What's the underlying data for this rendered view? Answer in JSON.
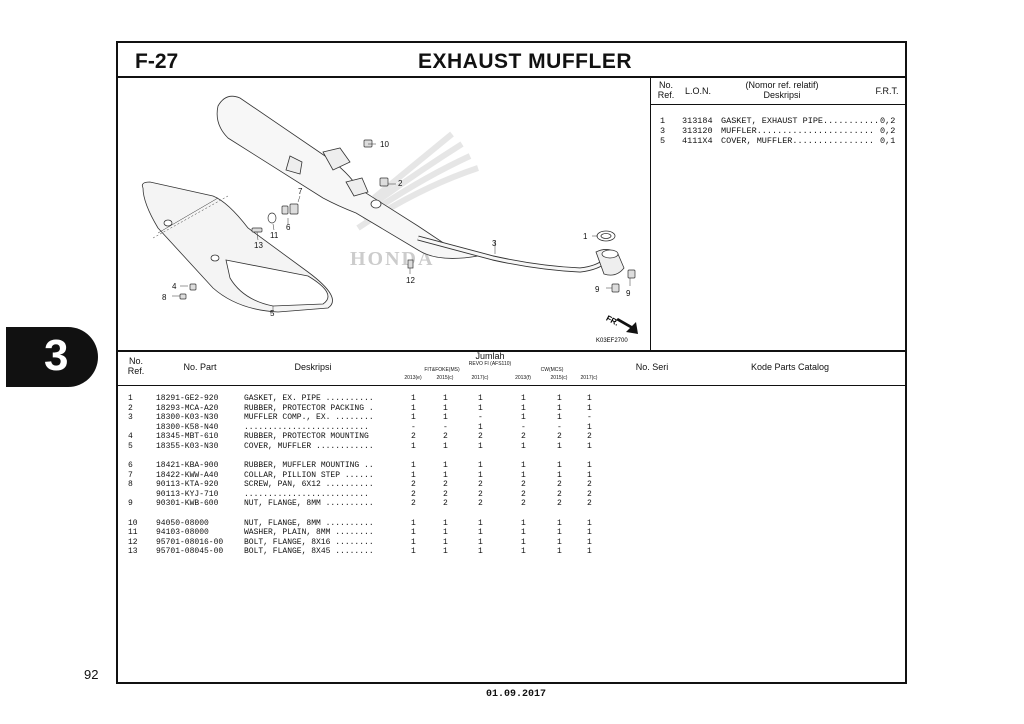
{
  "header": {
    "code": "F-27",
    "title": "EXHAUST MUFFLER"
  },
  "section_tab": "3",
  "page_number": "92",
  "footer_date": "01.09.2017",
  "frt_panel": {
    "col_no": "No.",
    "col_ref": "Ref.",
    "col_lon": "L.O.N.",
    "col_nomor": "(Nomor ref. relatif)",
    "col_desc": "Deskripsi",
    "col_frt": "F.R.T.",
    "rows": [
      {
        "no": "1",
        "lon": "313184",
        "desc": "GASKET, EXHAUST PIPE...........",
        "frt": "0,2"
      },
      {
        "no": "3",
        "lon": "313120",
        "desc": "MUFFLER.......................",
        "frt": "0,2"
      },
      {
        "no": "5",
        "lon": "4111X4",
        "desc": "COVER, MUFFLER................",
        "frt": "0,1"
      }
    ]
  },
  "diagram": {
    "code": "K03EF2700",
    "direction": "FR.",
    "watermark": "HONDA",
    "callouts": [
      "10",
      "2",
      "7",
      "6",
      "11",
      "13",
      "3",
      "1",
      "12",
      "9",
      "9",
      "4",
      "8",
      "5"
    ]
  },
  "parts_table": {
    "col_no": "No.",
    "col_ref": "Ref.",
    "col_part": "No. Part",
    "col_desc": "Deskripsi",
    "col_jumlah": "Jumlah",
    "group_top": "REVO FI (AFS110)",
    "group_a": "FIT&FOKE(MS)",
    "group_b": "CW(MCS)",
    "years": [
      "2013(e)",
      "2015(c)",
      "2017(c)",
      "2013(f)",
      "2015(c)",
      "2017(c)"
    ],
    "col_seri": "No. Seri",
    "col_catalog": "Kode Parts Catalog",
    "rows": [
      {
        "ref": "1",
        "part": "18291-GE2-920",
        "desc": "GASKET, EX. PIPE ..........",
        "q": [
          "1",
          "1",
          "1",
          "1",
          "1",
          "1"
        ]
      },
      {
        "ref": "2",
        "part": "18293-MCA-A20",
        "desc": "RUBBER, PROTECTOR PACKING .",
        "q": [
          "1",
          "1",
          "1",
          "1",
          "1",
          "1"
        ]
      },
      {
        "ref": "3",
        "part": "18300-K03-N30",
        "desc": "MUFFLER COMP., EX. ........",
        "q": [
          "1",
          "1",
          "-",
          "1",
          "1",
          "-"
        ]
      },
      {
        "ref": "",
        "part": "18300-K58-N40",
        "desc": "..........................",
        "q": [
          "-",
          "-",
          "1",
          "-",
          "-",
          "1"
        ]
      },
      {
        "ref": "4",
        "part": "18345-MBT-610",
        "desc": "RUBBER, PROTECTOR MOUNTING",
        "q": [
          "2",
          "2",
          "2",
          "2",
          "2",
          "2"
        ]
      },
      {
        "ref": "5",
        "part": "18355-K03-N30",
        "desc": "COVER, MUFFLER ............",
        "q": [
          "1",
          "1",
          "1",
          "1",
          "1",
          "1"
        ]
      },
      {
        "ref": "6",
        "part": "18421-KBA-900",
        "desc": "RUBBER, MUFFLER MOUNTING ..",
        "q": [
          "1",
          "1",
          "1",
          "1",
          "1",
          "1"
        ]
      },
      {
        "ref": "7",
        "part": "18422-KWW-A40",
        "desc": "COLLAR, PILLION STEP ......",
        "q": [
          "1",
          "1",
          "1",
          "1",
          "1",
          "1"
        ]
      },
      {
        "ref": "8",
        "part": "90113-KTA-920",
        "desc": "SCREW, PAN, 6X12 ..........",
        "q": [
          "2",
          "2",
          "2",
          "2",
          "2",
          "2"
        ]
      },
      {
        "ref": "",
        "part": "90113-KYJ-710",
        "desc": "..........................",
        "q": [
          "2",
          "2",
          "2",
          "2",
          "2",
          "2"
        ]
      },
      {
        "ref": "9",
        "part": "90301-KWB-600",
        "desc": "NUT, FLANGE, 8MM ..........",
        "q": [
          "2",
          "2",
          "2",
          "2",
          "2",
          "2"
        ]
      },
      {
        "ref": "10",
        "part": "94050-08000",
        "desc": "NUT, FLANGE, 8MM ..........",
        "q": [
          "1",
          "1",
          "1",
          "1",
          "1",
          "1"
        ]
      },
      {
        "ref": "11",
        "part": "94103-08000",
        "desc": "WASHER, PLAIN, 8MM ........",
        "q": [
          "1",
          "1",
          "1",
          "1",
          "1",
          "1"
        ]
      },
      {
        "ref": "12",
        "part": "95701-08016-00",
        "desc": "BOLT, FLANGE, 8X16 ........",
        "q": [
          "1",
          "1",
          "1",
          "1",
          "1",
          "1"
        ]
      },
      {
        "ref": "13",
        "part": "95701-08045-00",
        "desc": "BOLT, FLANGE, 8X45 ........",
        "q": [
          "1",
          "1",
          "1",
          "1",
          "1",
          "1"
        ]
      }
    ]
  }
}
